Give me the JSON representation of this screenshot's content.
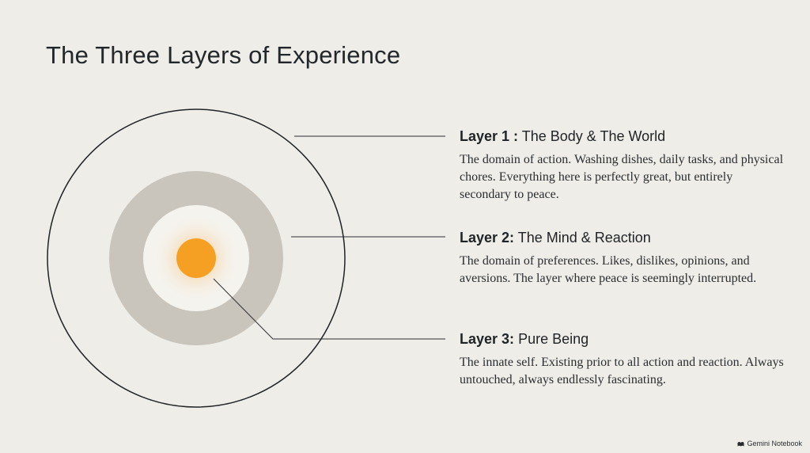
{
  "title": "The Three Layers of Experience",
  "colors": {
    "background": "#efede8",
    "outer_ring": "#1f2326",
    "middle_ring": "#c9c5bd",
    "inner_field": "#f5f3ee",
    "core": "#f5a023"
  },
  "layers": [
    {
      "number": "Layer 1 :",
      "name": "The Body & The World",
      "description": "The domain of action. Washing dishes, daily tasks, and physical chores. Everything here is perfectly great, but entirely secondary to peace."
    },
    {
      "number": "Layer 2:",
      "name": "The Mind & Reaction",
      "description": "The domain of preferences. Likes, dislikes, opinions, and aversions. The layer where peace is seemingly interrupted."
    },
    {
      "number": "Layer 3:",
      "name": "Pure Being",
      "description": "The innate self. Existing prior to all action and reaction. Always untouched, always endlessly fascinating."
    }
  ],
  "brand": {
    "label": "Gemini Notebook",
    "icon": "notebook-icon"
  }
}
